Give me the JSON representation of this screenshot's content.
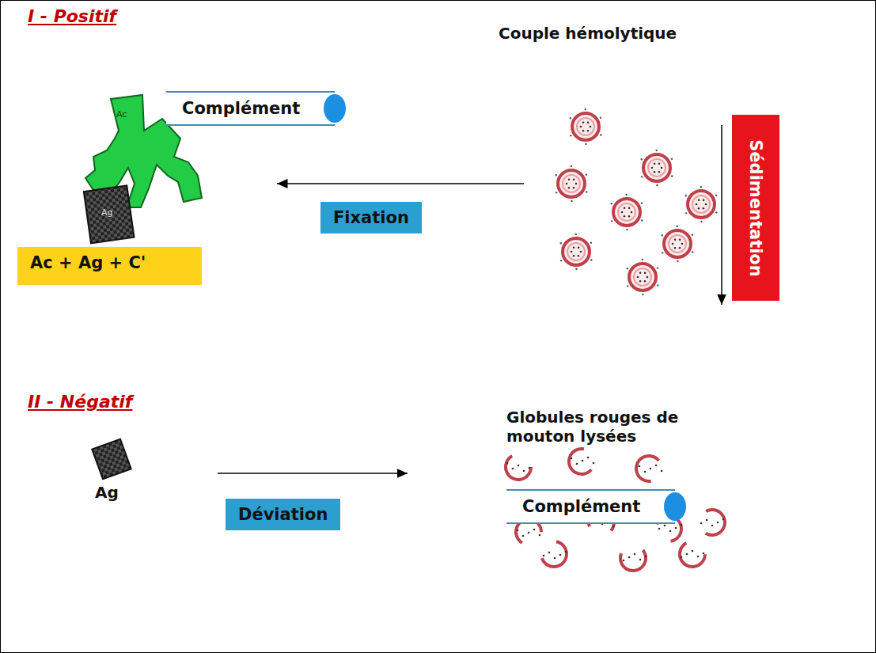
{
  "diagram": {
    "nodes": [
      {
        "text": [
          "Complément"
        ]
      },
      {
        "text": [
          "Ac + Ag + C'"
        ]
      },
      {
        "text": [
          "Fixation"
        ]
      },
      {
        "text": [
          "Sédimentation"
        ]
      },
      {
        "text": [
          "Déviation"
        ]
      },
      {
        "text": [
          "Complément"
        ]
      }
    ],
    "labels": [
      "I - Positif",
      "Ac",
      "Ag",
      "Couple hémolytique",
      "II - Négatif",
      "Ag",
      "Globules rouges de mouton lysées"
    ]
  }
}
